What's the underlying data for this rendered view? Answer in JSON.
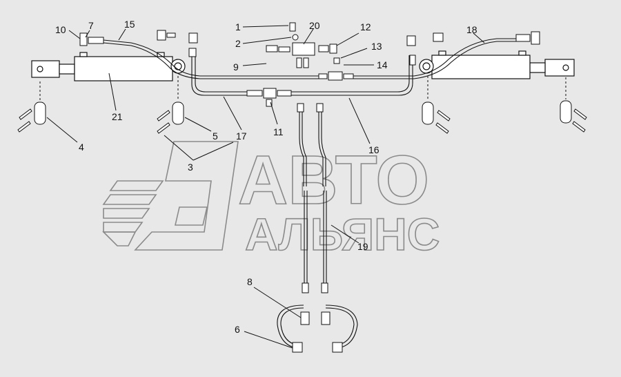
{
  "diagram": {
    "watermark": {
      "line1": "АВТО",
      "line2": "АЛЬЯНС"
    },
    "callouts": {
      "c1": "1",
      "c2": "2",
      "c3": "3",
      "c4": "4",
      "c5": "5",
      "c6": "6",
      "c7": "7",
      "c8": "8",
      "c9": "9",
      "c10": "10",
      "c11": "11",
      "c12": "12",
      "c13": "13",
      "c14": "14",
      "c15": "15",
      "c16": "16",
      "c17": "17",
      "c18": "18",
      "c19": "19",
      "c20": "20",
      "c21": "21"
    },
    "colors": {
      "background": "#e8e8e8",
      "cylinder_fill": "#ffffff",
      "ink": "#111111",
      "watermark": "#8a8a8a"
    }
  }
}
